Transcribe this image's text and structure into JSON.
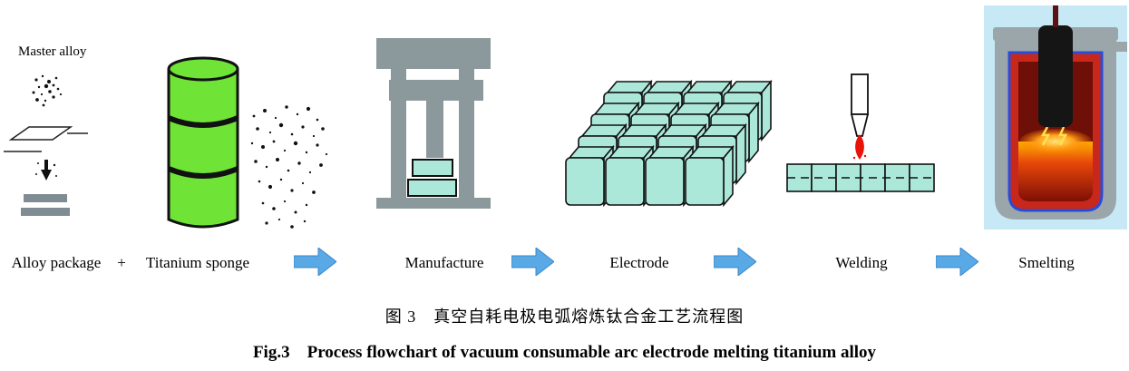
{
  "figure": {
    "master_alloy_label": "Master alloy",
    "plus_sign": "+",
    "steps": [
      {
        "label": "Alloy package"
      },
      {
        "label": "Titanium sponge"
      },
      {
        "label": "Manufacture"
      },
      {
        "label": "Electrode"
      },
      {
        "label": "Welding"
      },
      {
        "label": "Smelting"
      }
    ],
    "caption_cn": "图 3　真空自耗电极电弧熔炼钛合金工艺流程图",
    "caption_en": "Fig.3　Process flowchart of vacuum consumable arc electrode melting titanium alloy",
    "icons": {
      "alloy_package": "alloy-package-icon",
      "titanium_sponge": "titanium-sponge-drum-icon",
      "manufacture": "press-machine-icon",
      "electrode": "electrode-stack-icon",
      "welding": "welding-torch-icon",
      "smelting": "smelting-furnace-icon",
      "flow": "flow-arrow-icon"
    },
    "colors": {
      "arrow_blue": "#58A9E6",
      "sponge_green": "#6FE336",
      "compact_teal": "#ACE8DA",
      "machine_gray": "#8C999C",
      "flame_red": "#E81309",
      "furnace_bg_blue": "#C7E9F6",
      "crucible_red": "#C8281C",
      "crucible_outline_blue": "#2B4BD6"
    }
  }
}
